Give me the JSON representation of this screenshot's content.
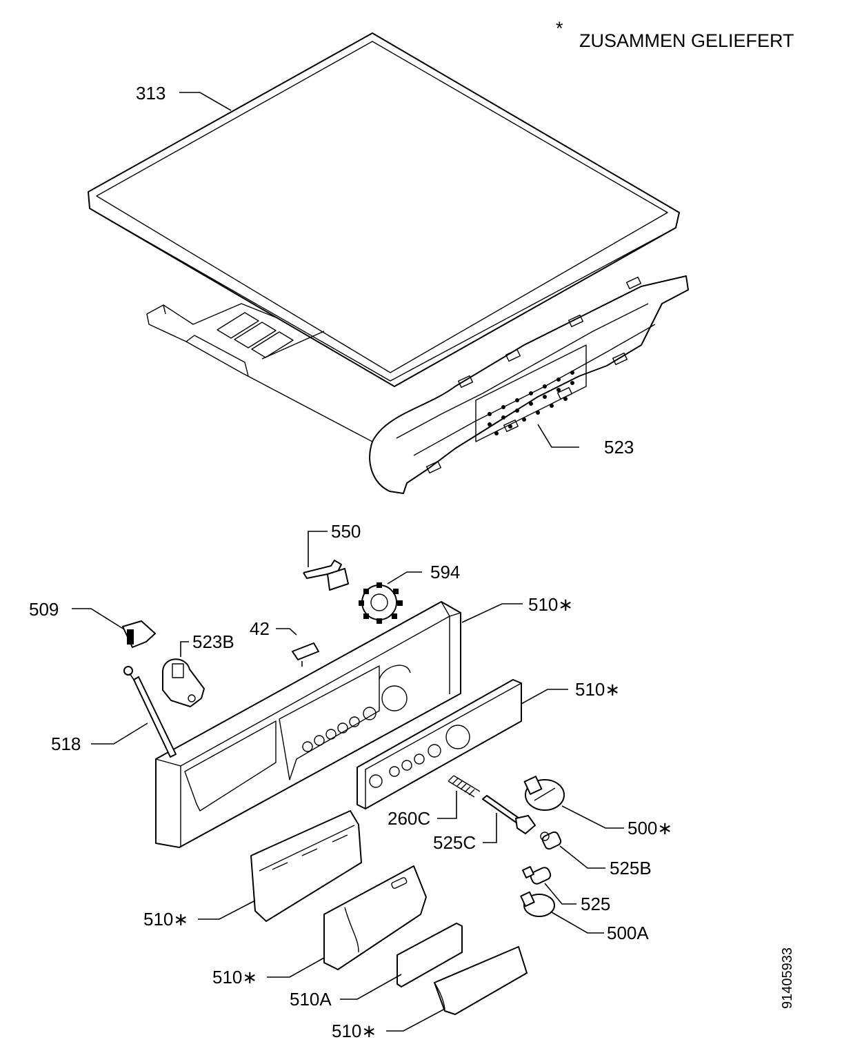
{
  "note": {
    "star": "*",
    "text": "ZUSAMMEN GELIEFERT"
  },
  "drawing_number": "91405933",
  "labels": {
    "l313": "313",
    "l523": "523",
    "l550": "550",
    "l594": "594",
    "l509": "509",
    "l42": "42",
    "l523B": "523B",
    "l510_a": "510∗",
    "l510_b": "510∗",
    "l518": "518",
    "l260C": "260C",
    "l525C": "525C",
    "l500": "500∗",
    "l525B": "525B",
    "l525": "525",
    "l500A": "500A",
    "l510_c": "510∗",
    "l510_d": "510∗",
    "l510A": "510A",
    "l510_e": "510∗"
  }
}
